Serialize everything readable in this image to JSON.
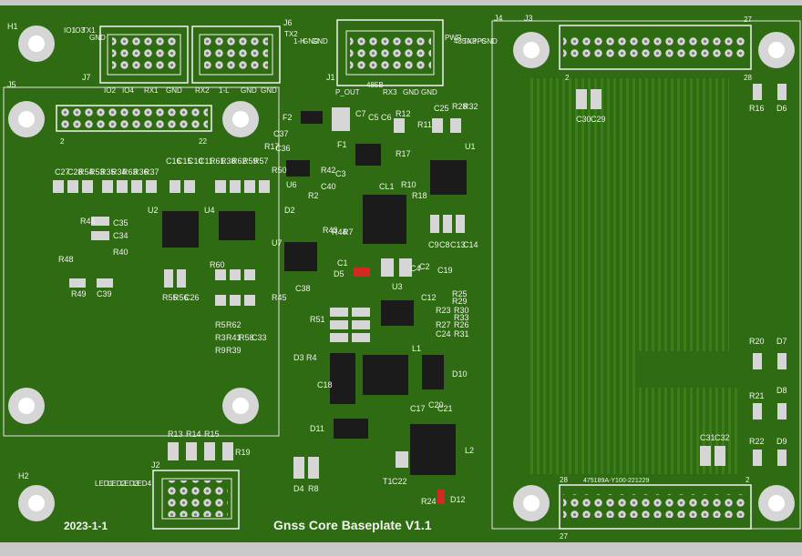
{
  "board": {
    "title": "Gnss Core Baseplate V1.1",
    "date": "2023-1-1",
    "part_number": "475189A-Y100-221229",
    "colors": {
      "pcb": "#2f6b12",
      "pcb_light": "#3d8019",
      "silk": "#f2f2f2",
      "pad": "#d6d6d6",
      "ic": "#1b1b1b",
      "led_red": "#d22a22"
    }
  },
  "mounting_holes": [
    "H1",
    "H2"
  ],
  "connectors": {
    "J1": {
      "ref": "J1",
      "top_pins": [
        "PWR",
        "485A",
        "TX3",
        "PPS",
        "GND"
      ],
      "bottom_pins": [
        "P_OUT",
        "485B",
        "RX3",
        "GND",
        "GND"
      ]
    },
    "J2": {
      "ref": "J2",
      "pins": [
        "LED1",
        "LED2",
        "LED3",
        "LED4"
      ]
    },
    "J3": {
      "ref": "J3",
      "pin_top_left": "2",
      "pin_top_right": "27",
      "pin_bottom_right": "28"
    },
    "J4": {
      "ref": "J4",
      "pin_left": "28",
      "pin_right": "2",
      "pin_bottom": "27"
    },
    "J5": {
      "ref": "J5",
      "pin_left": "2",
      "pin_right": "22"
    },
    "J6": {
      "ref": "J6",
      "top_pins": [
        "TX2",
        "1-H",
        "GND",
        "GND"
      ],
      "bottom_pins": [
        "RX2",
        "1-L",
        "GND",
        "GND"
      ]
    },
    "J7": {
      "ref": "J7",
      "top_pins": [
        "IO1",
        "IO3",
        "TX1",
        "GND"
      ],
      "bottom_pins": [
        "IO2",
        "IO4",
        "RX1",
        "GND"
      ]
    }
  },
  "labels": [
    "H1",
    "H2",
    "J5",
    "J7",
    "J6",
    "J1",
    "J3",
    "J4",
    "J2",
    "C27",
    "C28",
    "R54",
    "R53",
    "R35",
    "R34",
    "R63",
    "R36",
    "R37",
    "C16",
    "C15",
    "C10",
    "C11",
    "R61",
    "R38",
    "R62",
    "R59",
    "R57",
    "R46",
    "C35",
    "C34",
    "U2",
    "U4",
    "R48",
    "R40",
    "R49",
    "C39",
    "R60",
    "R55",
    "R56",
    "C26",
    "R5",
    "R62",
    "R3",
    "R41",
    "R9",
    "R39",
    "R58",
    "C33",
    "R13",
    "R14",
    "R15",
    "R19",
    "R17",
    "R50",
    "U6",
    "C36",
    "C37",
    "F2",
    "F1",
    "C7",
    "C5",
    "C6",
    "R12",
    "C25",
    "R28",
    "R32",
    "R11",
    "U1",
    "R17",
    "R10",
    "C3",
    "R42",
    "R2",
    "D2",
    "C40",
    "CL1",
    "R18",
    "U7",
    "R43",
    "R44",
    "R7",
    "C9",
    "C8",
    "C13",
    "C14",
    "C1",
    "D5",
    "C2",
    "C4",
    "C19",
    "R45",
    "C38",
    "R51",
    "U3",
    "C12",
    "D3",
    "R4",
    "C18",
    "L1",
    "D10",
    "D11",
    "C17",
    "C20",
    "C21",
    "L2",
    "C22",
    "T1",
    "D4",
    "R8",
    "R24",
    "D12",
    "R25",
    "R29",
    "R23",
    "R30",
    "R33",
    "R27",
    "R26",
    "C24",
    "R31",
    "R16",
    "D6",
    "C30",
    "C29",
    "R20",
    "D7",
    "R21",
    "D8",
    "R22",
    "D9",
    "C31",
    "C32"
  ]
}
